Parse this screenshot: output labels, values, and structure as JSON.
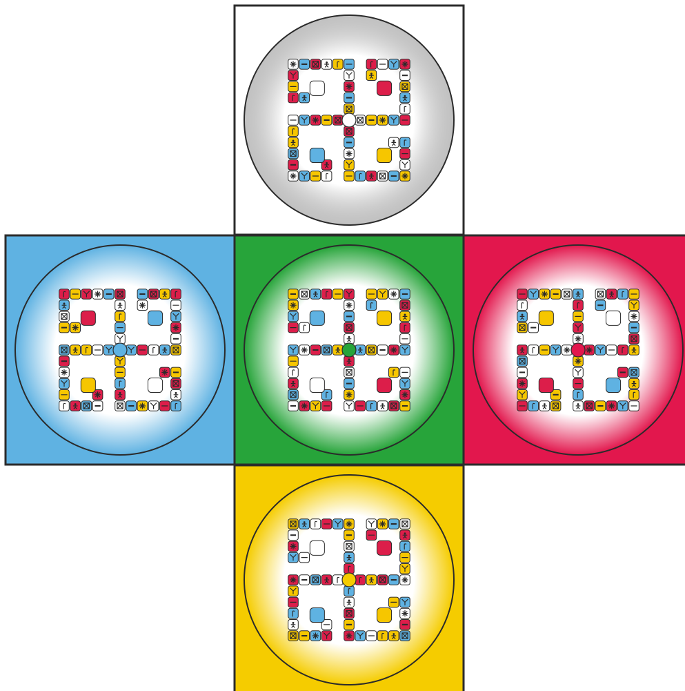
{
  "colors": {
    "page": "#ffffff",
    "outline": "#2b2b2b",
    "cell_red": "#dc1e4a",
    "cell_blue": "#5fb2e2",
    "cell_yellow": "#f6c600",
    "cell_white": "#ffffff",
    "glyph": "#2a2a2a"
  },
  "faces": [
    {
      "id": "top",
      "face_color": "#ffffff",
      "hub_color": "#ffffff",
      "glow_color": "#8f8f8f"
    },
    {
      "id": "left",
      "face_color": "#5fb2e2",
      "hub_color": "#5fb2e2",
      "glow_color": "#5fb2e2"
    },
    {
      "id": "center",
      "face_color": "#27a43a",
      "hub_color": "#27a43a",
      "glow_color": "#27a43a"
    },
    {
      "id": "right",
      "face_color": "#e2174d",
      "hub_color": "#e2174d",
      "glow_color": "#e2174d"
    },
    {
      "id": "bottom",
      "face_color": "#f5cc00",
      "hub_color": "#f5cc00",
      "glow_color": "#f5cc00"
    }
  ],
  "cell_color_cycle": [
    "yellow",
    "blue",
    "red",
    "white",
    "blue",
    "yellow",
    "white",
    "red",
    "blue",
    "white",
    "red",
    "yellow",
    "red",
    "blue",
    "white",
    "yellow"
  ],
  "glyph_icon_names": [
    "cross-box-icon",
    "v-mark-icon",
    "figure-icon",
    "star-burst-icon",
    "hook-icon",
    "bar-icon",
    "dash-icon"
  ]
}
